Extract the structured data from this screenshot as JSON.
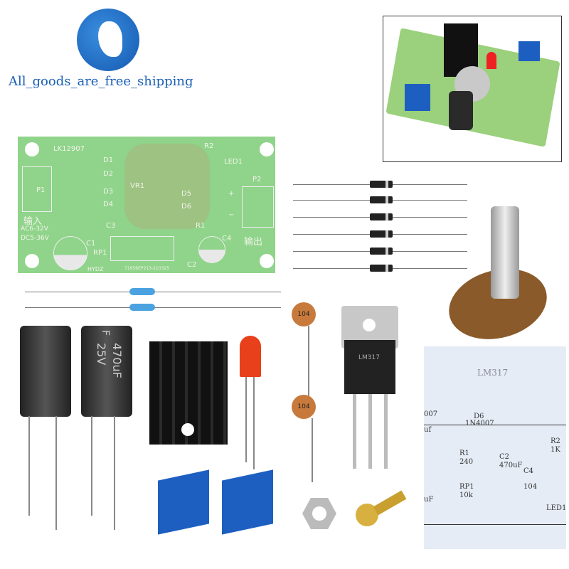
{
  "brand": {
    "slogan": "All_goods_are_free_shipping",
    "logo": "globe-logo"
  },
  "pcb": {
    "model": "LK12907",
    "labels": [
      "D1",
      "D2",
      "D3",
      "D4",
      "D5",
      "D6",
      "R1",
      "R2",
      "LED1",
      "P1",
      "P2",
      "VR1",
      "C1",
      "C2",
      "C3",
      "C4",
      "RP1",
      "HYDZ"
    ],
    "input_label": "输入",
    "output_label": "输出",
    "input_ac": "AC6-32V",
    "input_dc": "DC5-36V",
    "serial": "71956EP213-210325",
    "plus": "+",
    "minus": "−",
    "color": "#8fd48a"
  },
  "capacitors": {
    "ceramic_code": "104",
    "electrolytic_rating": "470uF",
    "electrolytic_voltage": "25V",
    "electrolytic_mark": "F"
  },
  "regulator": {
    "marking": "LM317"
  },
  "schematic": {
    "title": "LM317",
    "d6": "D6",
    "d6_part": "1N4007",
    "r1": "R1",
    "r1_val": "240",
    "c2": "C2",
    "c2_val": "470uF",
    "c4": "C4",
    "c4_val": "104",
    "r2": "R2",
    "r2_val": "1K",
    "rp1": "RP1",
    "rp1_val": "10k",
    "led": "LED1",
    "frag1": "007",
    "frag2": "uf",
    "frag3": "uF"
  }
}
